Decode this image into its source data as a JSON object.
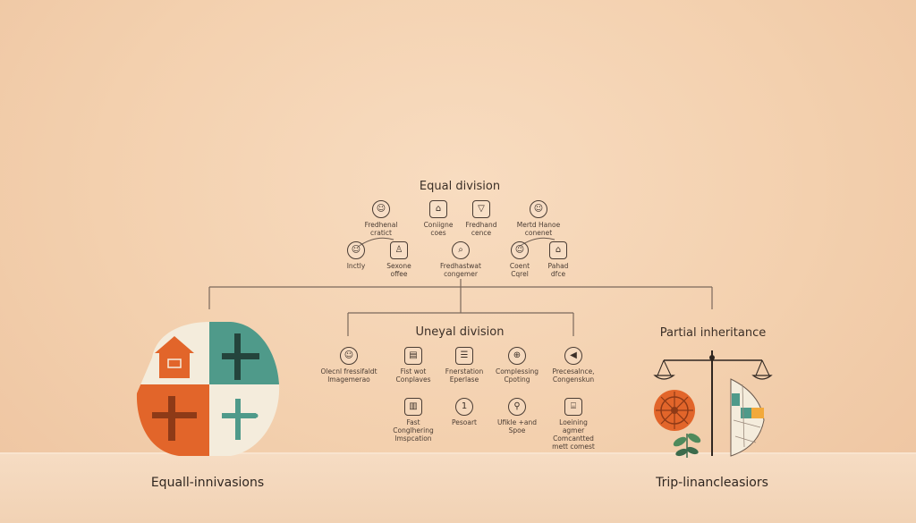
{
  "titles": {
    "equal": "Equal division",
    "unequal": "Uneyal division",
    "partial": "Partial inheritance"
  },
  "captions": {
    "left": "Equall-innivasions",
    "right": "Trip-linancleasiors"
  },
  "equal_nodes": [
    {
      "l1": "Fredhenal",
      "l2": "cratict",
      "icon": "person-icon"
    },
    {
      "l1": "Coniigne",
      "l2": "coes",
      "icon": "building-icon"
    },
    {
      "l1": "Fredhand",
      "l2": "cence",
      "icon": "shield-icon"
    },
    {
      "l1": "Mertd Hanoe",
      "l2": "conenet",
      "icon": "person-icon"
    },
    {
      "l1": "Inctly",
      "l2": "",
      "icon": "person-icon"
    },
    {
      "l1": "Sexone",
      "l2": "offee",
      "icon": "person-icon"
    },
    {
      "l1": "Fredhastwat",
      "l2": "congemer",
      "icon": "search-icon"
    },
    {
      "l1": "Coent",
      "l2": "Cqrel",
      "icon": "person-icon"
    },
    {
      "l1": "Pahad",
      "l2": "dfce",
      "icon": "building-icon"
    }
  ],
  "unequal_nodes": [
    {
      "l1": "Olecnl fressifaldt",
      "l2": "lmagemerao",
      "icon": "person-icon"
    },
    {
      "l1": "Fist wot",
      "l2": "Conplaves",
      "icon": "document-icon"
    },
    {
      "l1": "Fnerstation",
      "l2": "Eperlase",
      "icon": "list-icon"
    },
    {
      "l1": "Complessing",
      "l2": "Cpoting",
      "icon": "globe-icon"
    },
    {
      "l1": "Precesalnce,",
      "l2": "Congenskun",
      "icon": "speaker-icon"
    },
    {
      "l1": "Fast",
      "l2": "Conglhering",
      "l3": "lmspcation",
      "icon": "chart-icon"
    },
    {
      "l1": "Pesoart",
      "l2": "",
      "icon": "number-one-icon"
    },
    {
      "l1": "Ufikle +and",
      "l2": "Spoe",
      "icon": "pin-icon"
    },
    {
      "l1": "Loeining",
      "l2": "agmer",
      "l3": "Comcantted",
      "l4": "mett comest",
      "icon": "bag-icon"
    }
  ],
  "colors": {
    "orange": "#e2652a",
    "teal": "#4f9a8a",
    "cream": "#f4ecdc",
    "dark": "#2f2620"
  }
}
